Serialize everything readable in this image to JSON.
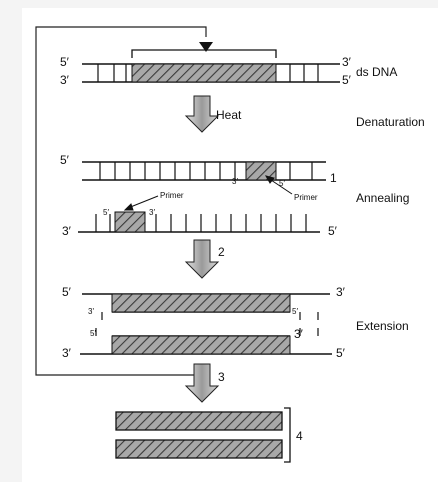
{
  "labels": {
    "ds_dna": "ds DNA",
    "heat": "Heat",
    "denaturation": "Denaturation",
    "annealing": "Annealing",
    "extension": "Extension",
    "primer": "Primer",
    "five_prime": "5′",
    "three_prime": "3′",
    "five_prime_plain": "5'",
    "three_prime_plain": "3'",
    "step1": "1",
    "step2": "2",
    "step3": "3",
    "step4": "4"
  },
  "colors": {
    "ink": "#111111",
    "panel": "#ffffff",
    "background": "#f4f4f4",
    "hatch_fill": "#9a9a9a",
    "arrow_fill": "#b8b8b8"
  }
}
